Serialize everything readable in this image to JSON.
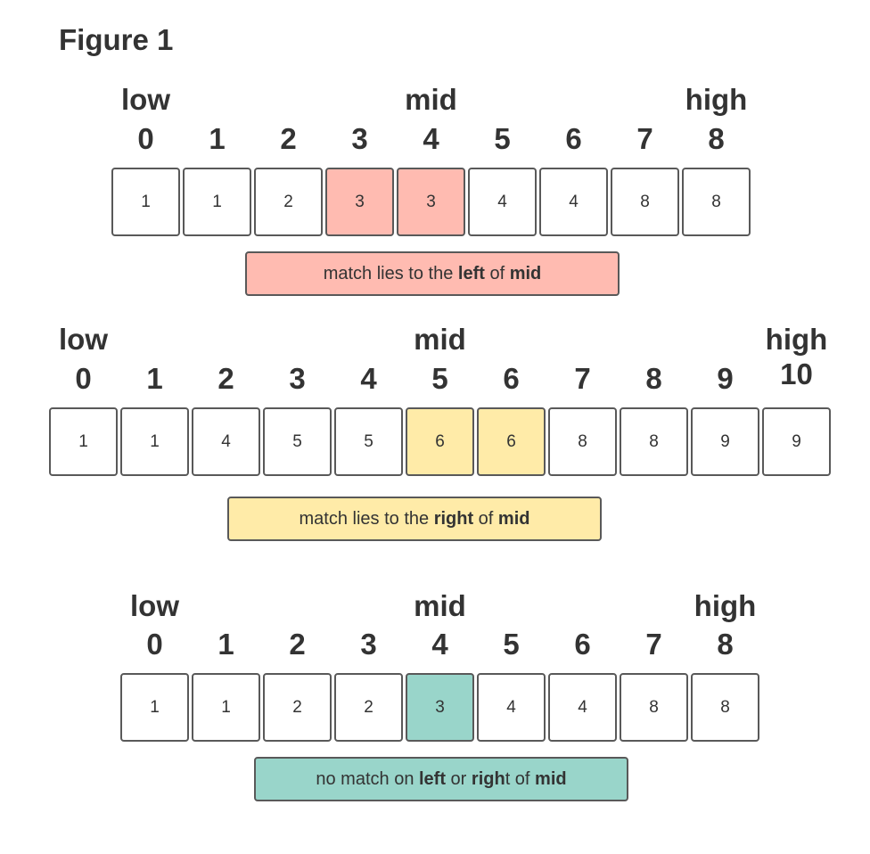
{
  "title": "Figure 1",
  "colors": {
    "red": "#ffbbb1",
    "yellow": "#ffeba8",
    "teal": "#99d5ca",
    "border": "#595959",
    "text": "#333333"
  },
  "diagrams": [
    {
      "low_label": "low",
      "mid_label": "mid",
      "high_label": "high",
      "low_index": 0,
      "mid_index": 4,
      "high_index": 8,
      "indices": [
        "0",
        "1",
        "2",
        "3",
        "4",
        "5",
        "6",
        "7",
        "8"
      ],
      "values": [
        "1",
        "1",
        "2",
        "3",
        "3",
        "4",
        "4",
        "8",
        "8"
      ],
      "highlighted": [
        3,
        4
      ],
      "highlight_color": "red",
      "note": [
        {
          "text": "match lies to the ",
          "bold": false
        },
        {
          "text": "left",
          "bold": true
        },
        {
          "text": " of ",
          "bold": false
        },
        {
          "text": "mid",
          "bold": true
        }
      ]
    },
    {
      "low_label": "low",
      "mid_label": "mid",
      "high_label": "high",
      "low_index": 0,
      "mid_index": 5,
      "high_index": 10,
      "indices": [
        "0",
        "1",
        "2",
        "3",
        "4",
        "5",
        "6",
        "7",
        "8",
        "9",
        "10"
      ],
      "values": [
        "1",
        "1",
        "4",
        "5",
        "5",
        "6",
        "6",
        "8",
        "8",
        "9",
        "9"
      ],
      "highlighted": [
        5,
        6
      ],
      "highlight_color": "yellow",
      "note": [
        {
          "text": "match lies to the ",
          "bold": false
        },
        {
          "text": "right",
          "bold": true
        },
        {
          "text": " of ",
          "bold": false
        },
        {
          "text": "mid",
          "bold": true
        }
      ]
    },
    {
      "low_label": "low",
      "mid_label": "mid",
      "high_label": "high",
      "low_index": 0,
      "mid_index": 4,
      "high_index": 8,
      "indices": [
        "0",
        "1",
        "2",
        "3",
        "4",
        "5",
        "6",
        "7",
        "8"
      ],
      "values": [
        "1",
        "1",
        "2",
        "2",
        "3",
        "4",
        "4",
        "8",
        "8"
      ],
      "highlighted": [
        4
      ],
      "highlight_color": "teal",
      "note": [
        {
          "text": "no match on ",
          "bold": false
        },
        {
          "text": "left",
          "bold": true
        },
        {
          "text": " or ",
          "bold": false
        },
        {
          "text": "righ",
          "bold": true
        },
        {
          "text": "t of ",
          "bold": false
        },
        {
          "text": "mid",
          "bold": true
        }
      ]
    }
  ]
}
